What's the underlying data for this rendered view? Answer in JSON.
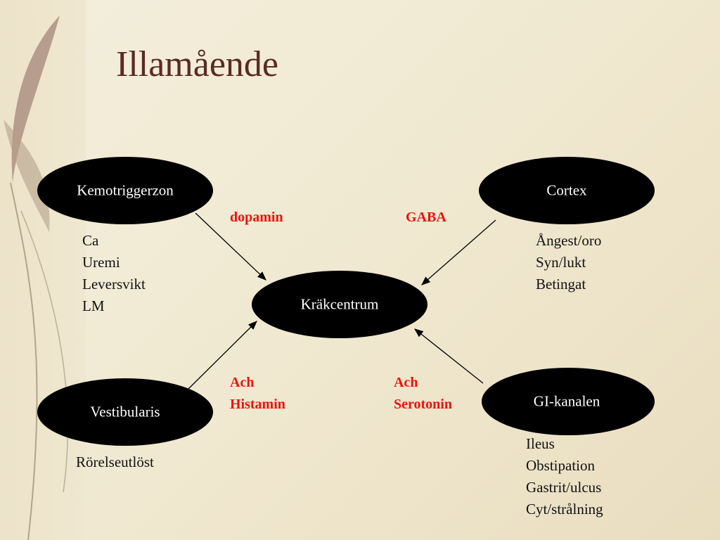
{
  "title": "Illamående",
  "nodes": {
    "kemo": "Kemotriggerzon",
    "cortex": "Cortex",
    "krak": "Kräkcentrum",
    "vest": "Vestibularis",
    "gi": "GI-kanalen"
  },
  "mediators": {
    "kemo": "dopamin",
    "cortex": "GABA",
    "vest": [
      "Ach",
      "Histamin"
    ],
    "gi": [
      "Ach",
      "Serotonin"
    ]
  },
  "causes": {
    "kemo": [
      "Ca",
      "Uremi",
      "Leversvikt",
      "LM"
    ],
    "cortex": [
      "Ångest/oro",
      "Syn/lukt",
      "Betingat"
    ],
    "vest": [
      "Rörelseutlöst"
    ],
    "gi": [
      "Ileus",
      "Obstipation",
      "Gastrit/ulcus",
      "Cyt/strålning"
    ]
  },
  "colors": {
    "title": "#5a2a22",
    "mediator": "#e8130f",
    "node": "#000000"
  }
}
